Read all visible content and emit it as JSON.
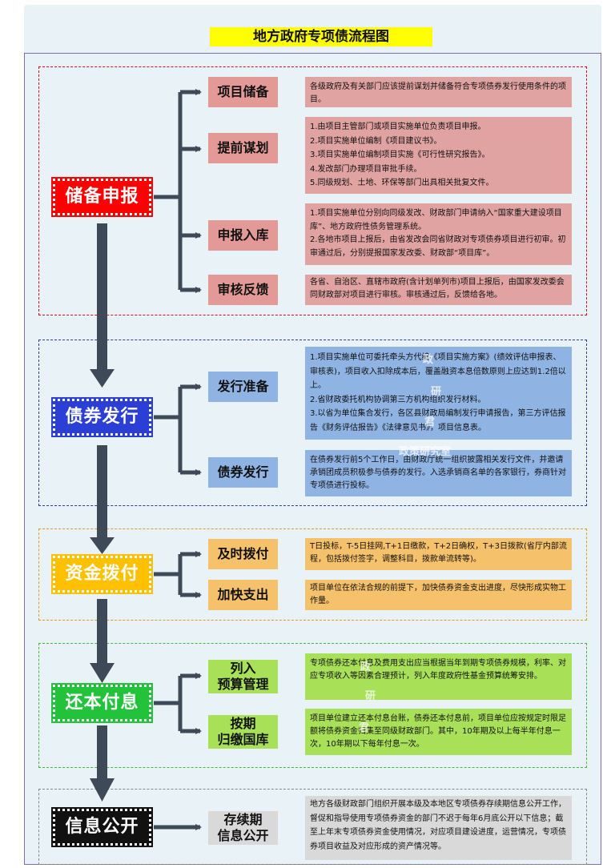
{
  "title": "地方政府专项债流程图",
  "stages": [
    {
      "name": "储备申报",
      "steps": [
        {
          "label": "项目储备",
          "desc": [
            "各级政府及有关部门应该提前谋划并储备符合专项债券发行使用条件的项目。"
          ]
        },
        {
          "label": "提前谋划",
          "desc": [
            "1.由项目主管部门或项目实施单位负责项目申报。",
            "2.项目实施单位编制《项目建议书》。",
            "3.项目实施单位编制项目实施《可行性研究报告》。",
            "4.发改部门办理项目审批手续。",
            "5.同级规划、土地、环保等部门出具相关批复文件。"
          ]
        },
        {
          "label": "申报入库",
          "desc": [
            "1.项目实施单位分别向同级发改、财政部门申请纳入“国家重大建设项目库”、地方政府性债务管理系统。",
            "2.各地市项目上报后，由省发改会同省财政对专项债券项目进行初审。初审通过后，分别提报国家发改委、财政部“项目库”。"
          ]
        },
        {
          "label": "审核反馈",
          "desc": [
            "各省、自治区、直辖市政府(含计划单列市)项目上报后，由国家发改委会同财政部对项目进行审核。审核通过后，反馈给各地。"
          ]
        }
      ]
    },
    {
      "name": "债券发行",
      "steps": [
        {
          "label": "发行准备",
          "desc": [
            "1.项目实施单位可委托牵头方代编《项目实施方案》(绩效评估申报表、审核表)，项目收入扣除成本后，覆盖融资本息倍数原则上应达到1.2倍以上。",
            "2.省财政委托机构协调第三方机构组织发行材料。",
            "3.以省为单位集合发行，各区县财政局编制发行申请报告，第三方评估报告《财务评估报告》《法律意见书》，项目信息表。"
          ]
        },
        {
          "label": "债券发行",
          "desc": [
            "在债券发行前5个工作日，由财政厅统一组织披露相关发行文件，并邀请承销团成员积极参与债券的发行。入选承销商名单的各家银行，券商针对专项债进行投标。"
          ]
        }
      ]
    },
    {
      "name": "资金拨付",
      "steps": [
        {
          "label": "及时拨付",
          "desc": [
            "T日投标，T-5日挂网,T+1日缴款，T+2日确权，T+3日拨款(省厅内部流程，包括拨付签字，调整科目，拨款单流转等)。"
          ]
        },
        {
          "label": "加快支出",
          "desc": [
            "项目单位在依法合规的前提下，加快债券资金支出进度，尽快形成实物工作量。"
          ]
        }
      ]
    },
    {
      "name": "还本付息",
      "steps": [
        {
          "label": "列入\n预算管理",
          "desc": [
            "专项债券还本付息及费用支出应当根据当年到期专项债券规模，利率、对应专项收入等因素合理预计，列入年度政府性基金预算统筹安排。"
          ]
        },
        {
          "label": "按期\n归缴国库",
          "desc": [
            "项目单位建立还本付息台账，债券还本付息前，项目单位应按规定时限足额将债券资金归集至同级财政部门。其中，10年期及以上每半年付息一次，10年期以下每年付息一次。"
          ]
        }
      ]
    },
    {
      "name": "信息公开",
      "steps": [
        {
          "label": "存续期\n信息公开",
          "desc": [
            "地方各级财政部门组织开展本级及本地区专项债券存续期信息公开工作，督促和指导使用专项债券资金的部门不迟于每年6月底公开以下信息；截至上年末专项债券资金使用情况，对应项目建设进度，运营情况，专项债券项目收益及对应形成的资产情况等。"
          ]
        }
      ]
    }
  ],
  "watermarks": [
    "政",
    "研",
    "君",
    "政策研究室"
  ],
  "colors": {
    "title_bg": "#ffff00",
    "stage1": "#ff0000",
    "stage2": "#2b3fd6",
    "stage3": "#ffc000",
    "stage4": "#22c33b",
    "stage5": "#111111",
    "step1": "#e39a97",
    "desc1": "#e0a3a1",
    "step2": "#8fb4e3",
    "desc2": "#8fb4e3",
    "step3": "#f6c16b",
    "desc3": "#f6c16b",
    "step4": "#a8e058",
    "desc4": "#a8e058",
    "step5": "#d9d9d9",
    "desc5": "#d9d9d9",
    "arrow": "#3f4a59"
  }
}
